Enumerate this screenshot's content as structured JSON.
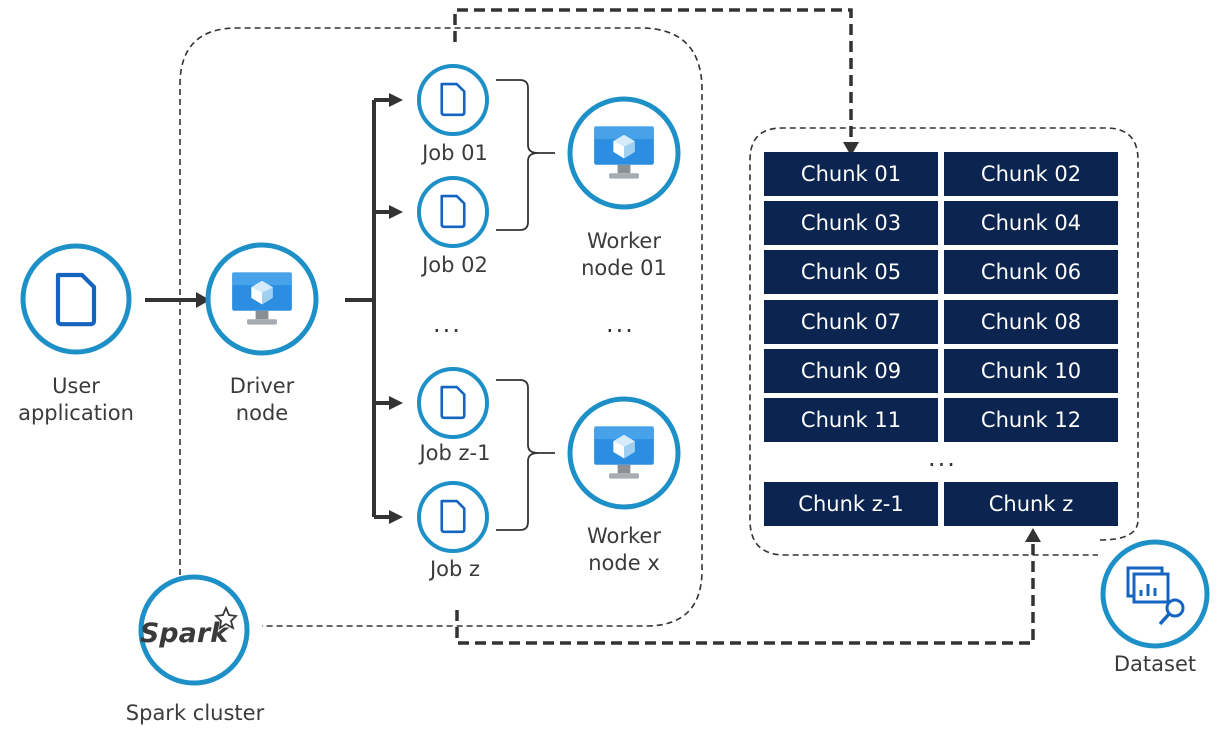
{
  "user_application": {
    "line1": "User",
    "line2": "application",
    "icon": "document-icon"
  },
  "driver_node": {
    "line1": "Driver",
    "line2": "node",
    "icon": "virtual-machine-icon"
  },
  "jobs": [
    {
      "label": "Job 01",
      "icon": "document-icon"
    },
    {
      "label": "Job 02",
      "icon": "document-icon"
    },
    {
      "label": "Job z-1",
      "icon": "document-icon"
    },
    {
      "label": "Job z",
      "icon": "document-icon"
    }
  ],
  "workers": [
    {
      "line1": "Worker",
      "line2": "node 01",
      "icon": "virtual-machine-icon"
    },
    {
      "line1": "Worker",
      "line2": "node x",
      "icon": "virtual-machine-icon"
    }
  ],
  "ellipsis": "...",
  "chunks": [
    "Chunk 01",
    "Chunk 02",
    "Chunk 03",
    "Chunk 04",
    "Chunk 05",
    "Chunk 06",
    "Chunk 07",
    "Chunk 08",
    "Chunk 09",
    "Chunk 10",
    "Chunk 11",
    "Chunk 12"
  ],
  "last_chunks": [
    "Chunk z-1",
    "Chunk z"
  ],
  "spark": {
    "logo_text": "Spark",
    "label": "Spark cluster"
  },
  "dataset": {
    "label": "Dataset",
    "icon": "dataset-analytics-icon"
  },
  "colors": {
    "ring": "#1e90c8",
    "chunk_bg": "#0c2550",
    "doc": "#1565c0",
    "monitor": "#1a7fd4"
  }
}
